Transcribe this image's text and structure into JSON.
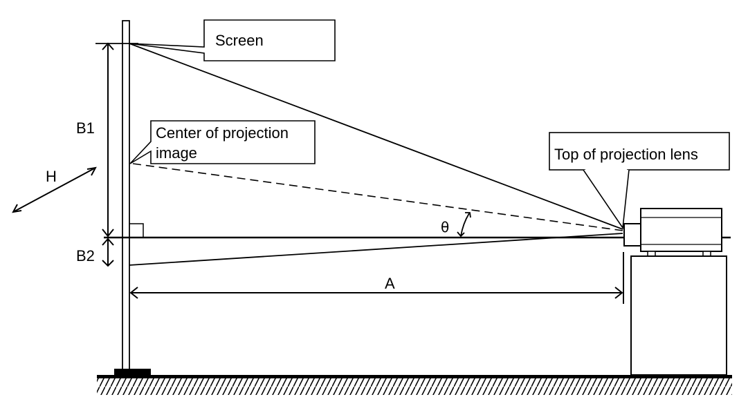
{
  "labels": {
    "screen": "Screen",
    "center_line1": "Center of projection",
    "center_line2": "image",
    "lens": "Top of projection lens",
    "b1": "B1",
    "b2": "B2",
    "h": "H",
    "a": "A",
    "theta": "θ"
  }
}
